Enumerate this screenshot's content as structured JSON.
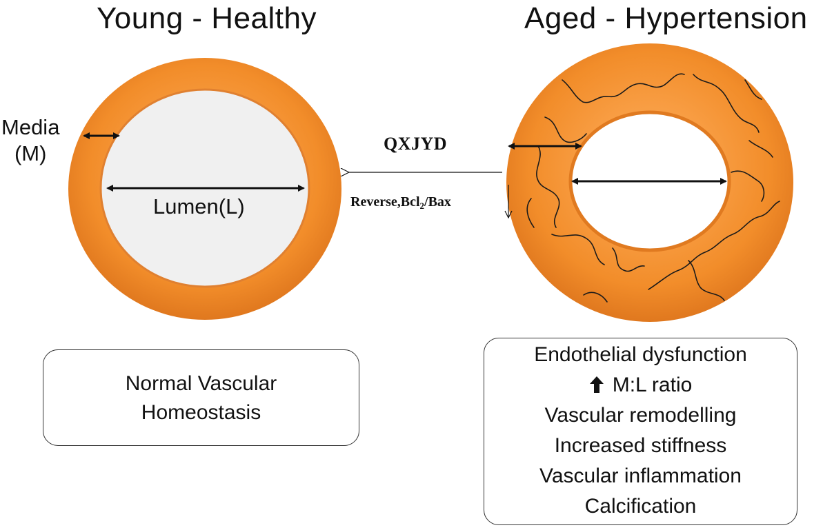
{
  "left_panel": {
    "title": "Young - Healthy",
    "media_label_line1": "Media",
    "media_label_line2": "(M)",
    "lumen_label": "Lumen(L)",
    "box_line1": "Normal Vascular",
    "box_line2": "Homeostasis"
  },
  "right_panel": {
    "title": "Aged - Hypertension",
    "findings": [
      "Endothelial dysfunction",
      "M:L ratio",
      "Vascular remodelling",
      "Increased stiffness",
      "Vascular inflammation",
      "Calcification"
    ],
    "ratio_icon": "up-arrow-icon"
  },
  "intervention": {
    "drug": "QXJYD",
    "effect_prefix": "Reverse,Bcl",
    "effect_subscript": "2",
    "effect_suffix": "/Bax"
  },
  "colors": {
    "vessel_wall": "#f28d2a",
    "vessel_wall_dark": "#d9701a",
    "lumen": "#f0f0f0",
    "text": "#111111"
  }
}
